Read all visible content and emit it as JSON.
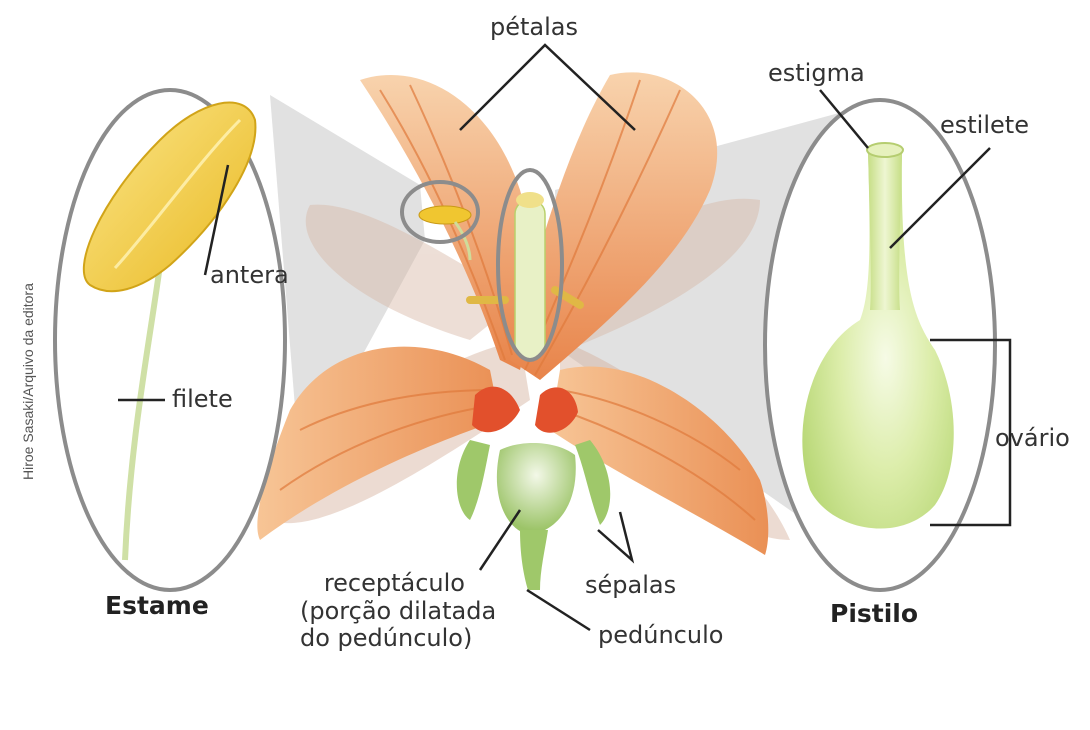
{
  "credit": "Hiroe Sasaki/Arquivo da editora",
  "labels": {
    "petalas": "pétalas",
    "estigma": "estigma",
    "estilete": "estilete",
    "antera": "antera",
    "filete": "filete",
    "ovario": "ovário",
    "receptaculo_line1": "receptáculo",
    "receptaculo_line2": "(porção dilatada",
    "receptaculo_line3": "do pedúnculo)",
    "sepalas": "sépalas",
    "peduncul": "pedúnculo"
  },
  "titles": {
    "estame": "Estame",
    "pistilo": "Pistilo"
  },
  "colors": {
    "petal_light": "#f6c79a",
    "petal_dark": "#e8844a",
    "petal_red": "#e2502c",
    "stamen_yellow": "#f0c630",
    "pistil_green": "#cfe690",
    "sepal_green": "#9fc86a",
    "outline_gray": "#8c8c8c",
    "leader_line": "#222222"
  }
}
